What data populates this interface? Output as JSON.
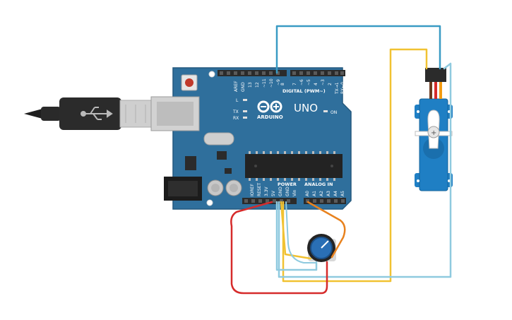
{
  "board": {
    "brand": "ARDUINO",
    "model": "UNO",
    "digital_header": "DIGITAL (PWM~)",
    "power_header": "POWER",
    "analog_header": "ANALOG IN",
    "led_l": "L",
    "led_tx": "TX",
    "led_rx": "RX",
    "led_on": "ON",
    "digital_pins": [
      "AREF",
      "GND",
      "13",
      "12",
      "~11",
      "~10",
      "~9",
      "8",
      "7",
      "~6",
      "~5",
      "4",
      "~3",
      "2",
      "TX→1",
      "RX←0"
    ],
    "power_pins": [
      "IOREF",
      "RESET",
      "3.3V",
      "5V",
      "GND",
      "GND",
      "Vin"
    ],
    "analog_pins": [
      "A0",
      "A1",
      "A2",
      "A3",
      "A4",
      "A5"
    ]
  },
  "colors": {
    "board": "#2f6f9c",
    "board_edge": "#25597e",
    "header": "#2b2b2b",
    "wire_blue": "#3a9bc4",
    "wire_yellow": "#f1c232",
    "wire_red": "#d62b2b",
    "wire_orange": "#e8821e",
    "wire_light_blue": "#8fcadf",
    "servo_body": "#1f7fc4",
    "pot_knob": "#2a6fb5"
  }
}
